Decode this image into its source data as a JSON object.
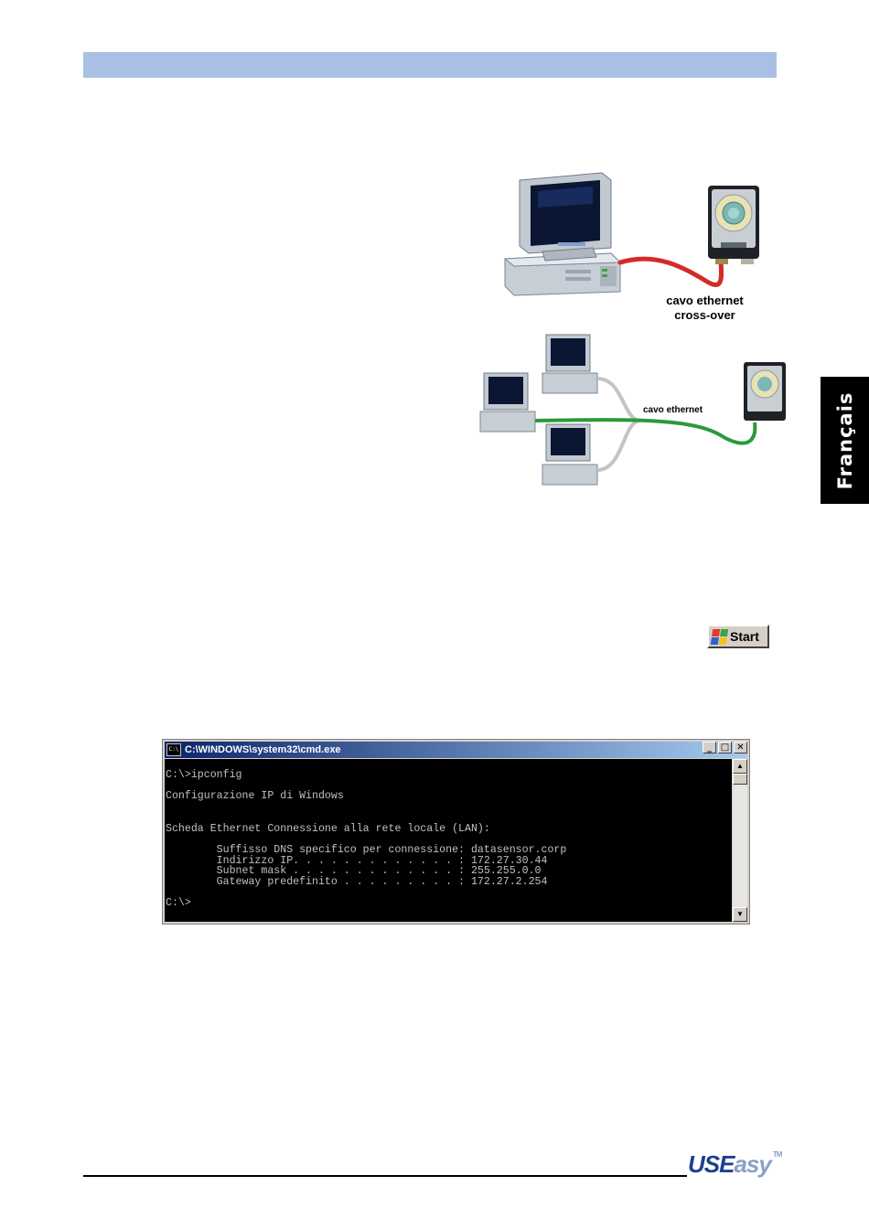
{
  "side_tab": {
    "label": "Français"
  },
  "figure_direct": {
    "cable_label_line1": "cavo ethernet",
    "cable_label_line2": "cross-over"
  },
  "figure_network": {
    "cable_label": "cavo ethernet"
  },
  "start_button": {
    "label": "Start"
  },
  "cmd_window": {
    "title": "C:\\WINDOWS\\system32\\cmd.exe",
    "icon_text": "C:\\",
    "buttons": {
      "minimize": "_",
      "maximize": "□",
      "close": "✕"
    },
    "output": "C:\\>ipconfig\n\nConfigurazione IP di Windows\n\n\nScheda Ethernet Connessione alla rete locale (LAN):\n\n        Suffisso DNS specifico per connessione: datasensor.corp\n        Indirizzo IP. . . . . . . . . . . . . : 172.27.30.44\n        Subnet mask . . . . . . . . . . . . . : 255.255.0.0\n        Gateway predefinito . . . . . . . . . : 172.27.2.254\n\nC:\\>"
  },
  "logo": {
    "part1": "USE",
    "part2": "asy",
    "trademark": "TM"
  },
  "colors": {
    "header_bar": "#a9bfe6",
    "cable_red": "#d42a2a",
    "cable_green": "#2a9a3a",
    "cable_gray": "#c4c4c4",
    "logo_dark": "#1f3f8f",
    "logo_light": "#8aa0c8"
  }
}
